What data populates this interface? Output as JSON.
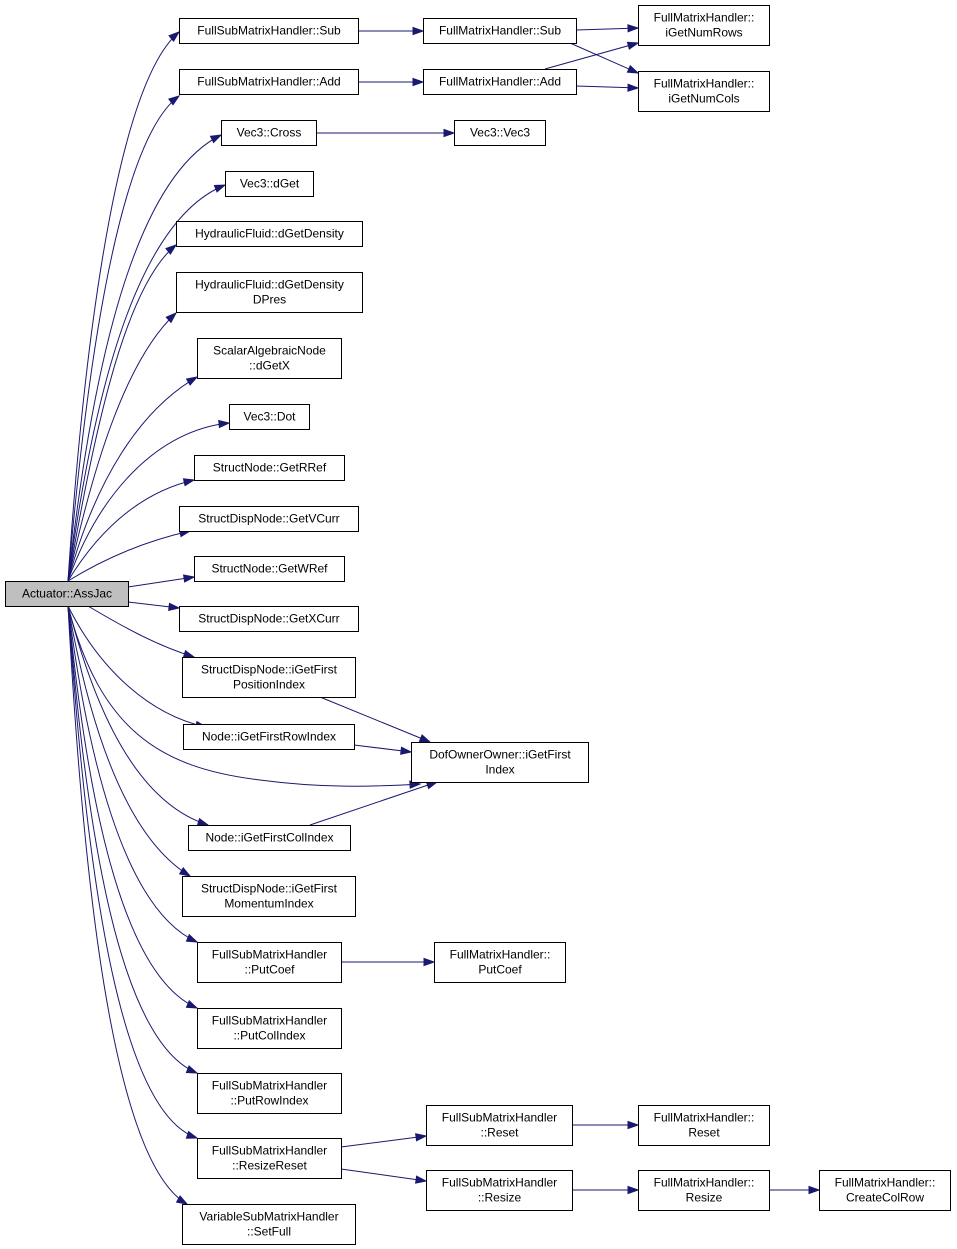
{
  "diagram": {
    "colors": {
      "edge": "#191970",
      "root_fill": "#bfbfbf",
      "node_fill": "#ffffff",
      "node_border": "#000000"
    },
    "nodes": [
      {
        "id": "root",
        "lines": [
          "Actuator::AssJac"
        ]
      },
      {
        "id": "fsmh_sub",
        "lines": [
          "FullSubMatrixHandler::Sub"
        ]
      },
      {
        "id": "fsmh_add",
        "lines": [
          "FullSubMatrixHandler::Add"
        ]
      },
      {
        "id": "v3_cross",
        "lines": [
          "Vec3::Cross"
        ]
      },
      {
        "id": "v3_dget",
        "lines": [
          "Vec3::dGet"
        ]
      },
      {
        "id": "hf_dens",
        "lines": [
          "HydraulicFluid::dGetDensity"
        ]
      },
      {
        "id": "hf_denspres",
        "lines": [
          "HydraulicFluid::dGetDensity",
          "DPres"
        ]
      },
      {
        "id": "san_dgetx",
        "lines": [
          "ScalarAlgebraicNode",
          "::dGetX"
        ]
      },
      {
        "id": "v3_dot",
        "lines": [
          "Vec3::Dot"
        ]
      },
      {
        "id": "sn_getrref",
        "lines": [
          "StructNode::GetRRef"
        ]
      },
      {
        "id": "sdn_getvcurr",
        "lines": [
          "StructDispNode::GetVCurr"
        ]
      },
      {
        "id": "sn_getwref",
        "lines": [
          "StructNode::GetWRef"
        ]
      },
      {
        "id": "sdn_getxcurr",
        "lines": [
          "StructDispNode::GetXCurr"
        ]
      },
      {
        "id": "sdn_posidx",
        "lines": [
          "StructDispNode::iGetFirst",
          "PositionIndex"
        ]
      },
      {
        "id": "node_rowidx",
        "lines": [
          "Node::iGetFirstRowIndex"
        ]
      },
      {
        "id": "node_colidx",
        "lines": [
          "Node::iGetFirstColIndex"
        ]
      },
      {
        "id": "sdn_momidx",
        "lines": [
          "StructDispNode::iGetFirst",
          "MomentumIndex"
        ]
      },
      {
        "id": "fsmh_putcoef",
        "lines": [
          "FullSubMatrixHandler",
          "::PutCoef"
        ]
      },
      {
        "id": "fsmh_putcolidx",
        "lines": [
          "FullSubMatrixHandler",
          "::PutColIndex"
        ]
      },
      {
        "id": "fsmh_putrowidx",
        "lines": [
          "FullSubMatrixHandler",
          "::PutRowIndex"
        ]
      },
      {
        "id": "fsmh_resizereset",
        "lines": [
          "FullSubMatrixHandler",
          "::ResizeReset"
        ]
      },
      {
        "id": "vsmh_setfull",
        "lines": [
          "VariableSubMatrixHandler",
          "::SetFull"
        ]
      },
      {
        "id": "fmh_sub",
        "lines": [
          "FullMatrixHandler::Sub"
        ]
      },
      {
        "id": "fmh_add",
        "lines": [
          "FullMatrixHandler::Add"
        ]
      },
      {
        "id": "v3_vec3",
        "lines": [
          "Vec3::Vec3"
        ]
      },
      {
        "id": "doo_firstidx",
        "lines": [
          "DofOwnerOwner::iGetFirst",
          "Index"
        ]
      },
      {
        "id": "fmh_putcoef",
        "lines": [
          "FullMatrixHandler::",
          "PutCoef"
        ]
      },
      {
        "id": "fsmh_reset",
        "lines": [
          "FullSubMatrixHandler",
          "::Reset"
        ]
      },
      {
        "id": "fsmh_resize",
        "lines": [
          "FullSubMatrixHandler",
          "::Resize"
        ]
      },
      {
        "id": "fmh_numrows",
        "lines": [
          "FullMatrixHandler::",
          "iGetNumRows"
        ]
      },
      {
        "id": "fmh_numcols",
        "lines": [
          "FullMatrixHandler::",
          "iGetNumCols"
        ]
      },
      {
        "id": "fmh_reset",
        "lines": [
          "FullMatrixHandler::",
          "Reset"
        ]
      },
      {
        "id": "fmh_resize",
        "lines": [
          "FullMatrixHandler::",
          "Resize"
        ]
      },
      {
        "id": "fmh_createcolrow",
        "lines": [
          "FullMatrixHandler::",
          "CreateColRow"
        ]
      }
    ]
  }
}
